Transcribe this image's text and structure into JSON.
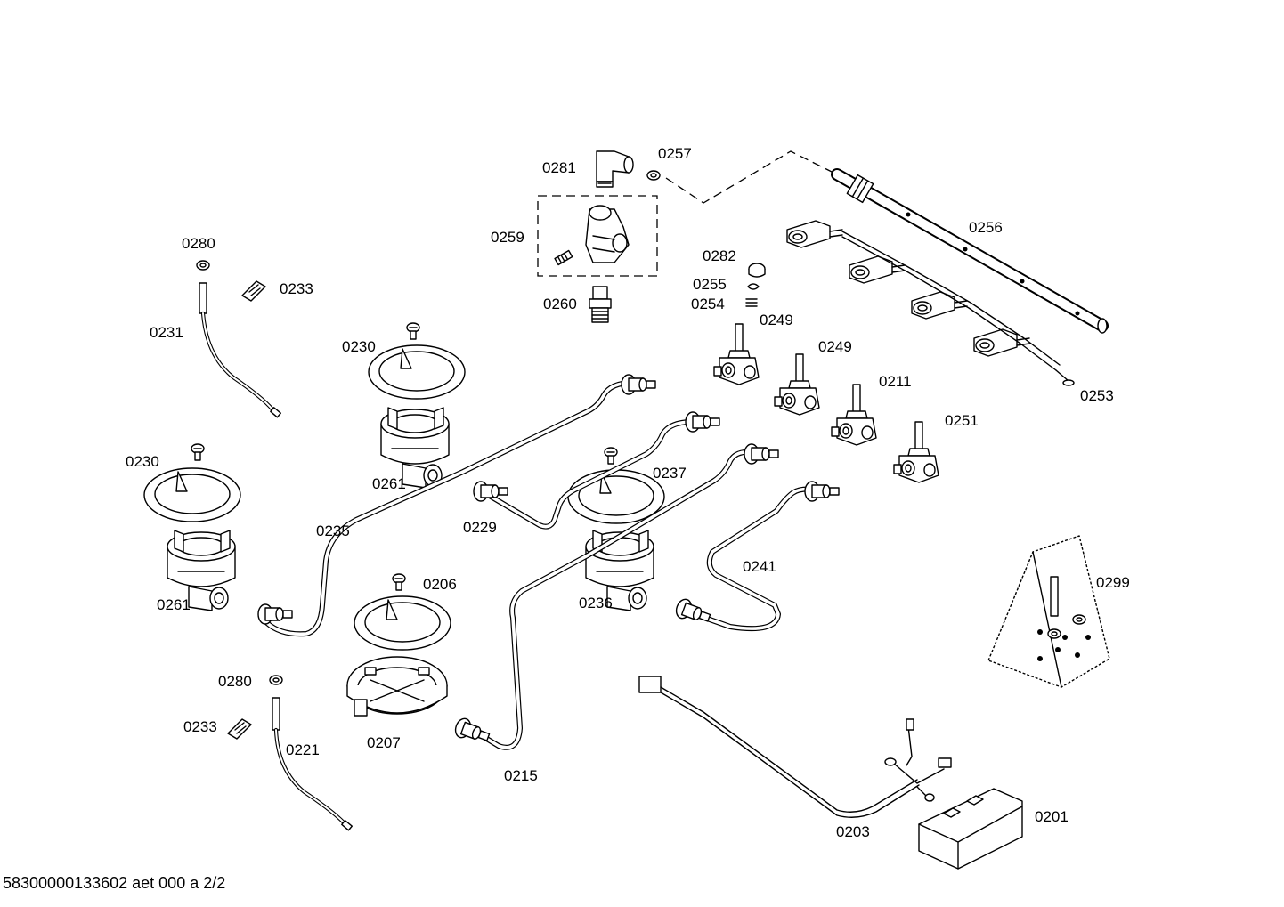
{
  "footer": "58300000133602 aet 000 a 2/2",
  "parts": [
    {
      "id": "0281"
    },
    {
      "id": "0257"
    },
    {
      "id": "0259"
    },
    {
      "id": "0260"
    },
    {
      "id": "0256"
    },
    {
      "id": "0282"
    },
    {
      "id": "0255"
    },
    {
      "id": "0254"
    },
    {
      "id": "0249"
    },
    {
      "id": "0249"
    },
    {
      "id": "0211"
    },
    {
      "id": "0251"
    },
    {
      "id": "0253"
    },
    {
      "id": "0280"
    },
    {
      "id": "0233"
    },
    {
      "id": "0231"
    },
    {
      "id": "0230"
    },
    {
      "id": "0230"
    },
    {
      "id": "0261"
    },
    {
      "id": "0261"
    },
    {
      "id": "0237"
    },
    {
      "id": "0235"
    },
    {
      "id": "0229"
    },
    {
      "id": "0241"
    },
    {
      "id": "0236"
    },
    {
      "id": "0206"
    },
    {
      "id": "0207"
    },
    {
      "id": "0215"
    },
    {
      "id": "0280"
    },
    {
      "id": "0233"
    },
    {
      "id": "0221"
    },
    {
      "id": "0299"
    },
    {
      "id": "0201"
    },
    {
      "id": "0203"
    }
  ]
}
